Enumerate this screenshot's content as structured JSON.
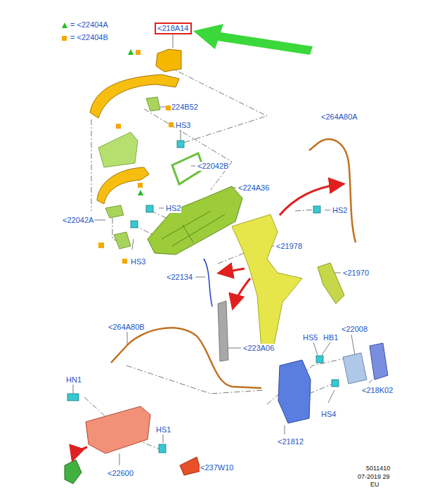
{
  "diagram": {
    "nodes": [
      {
        "text": [
          "<218A14"
        ]
      }
    ],
    "labels": [
      "224B52",
      "HS3",
      "<264A80A",
      "<22042B",
      "<224A36",
      "HS2",
      "HS2",
      "<22042A",
      "<21978",
      "HS3",
      "<21970",
      "<22134",
      "<223A06",
      "<264A80B",
      "HS5",
      "HB1",
      "<22008",
      "HN1",
      "HS4",
      "<218K02",
      "HS1",
      "<21812",
      "<22600",
      "<237W10",
      "5011410",
      "07-2019 29",
      "EU"
    ],
    "legend": [
      {
        "text": "= <22404A"
      },
      {
        "text": "= <22404B"
      }
    ]
  }
}
